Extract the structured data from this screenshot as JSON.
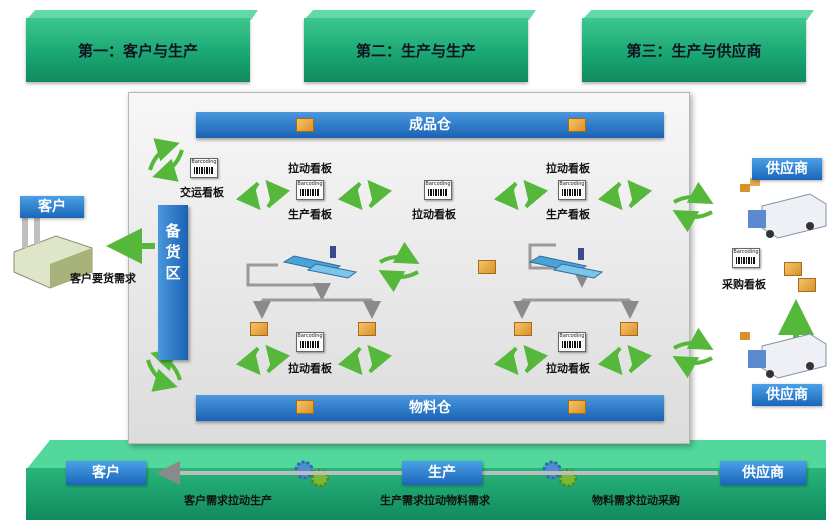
{
  "headers": [
    "第一：客户与生产",
    "第二：生产与生产",
    "第三：生产与供应商"
  ],
  "warehouses": {
    "finished": "成品仓",
    "material": "物料仓",
    "staging": "备货区"
  },
  "kanban": {
    "barcode_text": "Barcoding",
    "transport": "交运看板",
    "pull_left_top": "拉动看板",
    "production_left": "生产看板",
    "pull_center": "拉动看板",
    "pull_right_top": "拉动看板",
    "production_right": "生产看板",
    "pull_left_bottom": "拉动看板",
    "pull_right_bottom": "拉动看板",
    "purchase": "采购看板"
  },
  "customer": {
    "label": "客户",
    "demand": "客户要货需求"
  },
  "supplier": {
    "top": "供应商",
    "bottom": "供应商"
  },
  "bottom_flow": {
    "customer": "客户",
    "production": "生产",
    "supplier": "供应商",
    "step1": "客户需求拉动生产",
    "step2": "生产需求拉动物料需求",
    "step3": "物料需求拉动采购"
  }
}
